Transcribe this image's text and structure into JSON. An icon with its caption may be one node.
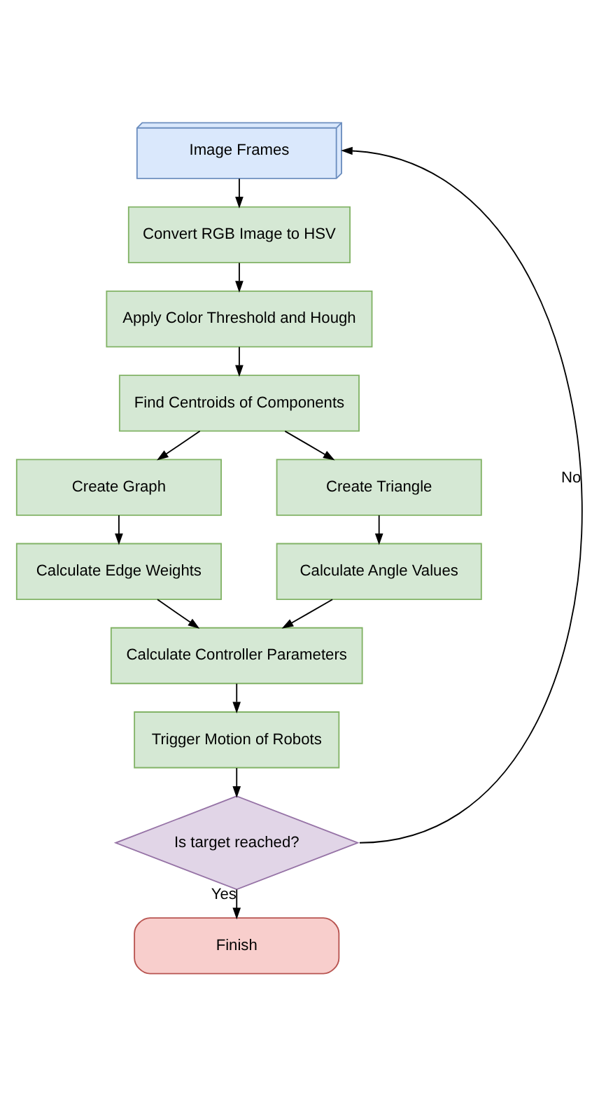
{
  "diagram": {
    "nodes": [
      {
        "text": [
          "Image Frames"
        ]
      },
      {
        "text": [
          "Convert RGB Image to HSV"
        ]
      },
      {
        "text": [
          "Apply Color Threshold and Hough"
        ]
      },
      {
        "text": [
          "Find Centroids of Components"
        ]
      },
      {
        "text": [
          "Create Graph"
        ]
      },
      {
        "text": [
          "Create Triangle"
        ]
      },
      {
        "text": [
          "Calculate Edge Weights"
        ]
      },
      {
        "text": [
          "Calculate Angle Values"
        ]
      },
      {
        "text": [
          "Calculate Controller Parameters"
        ]
      },
      {
        "text": [
          "Trigger Motion of Robots"
        ]
      },
      {
        "text": [
          "Is target reached?"
        ]
      },
      {
        "text": [
          "Finish"
        ]
      }
    ],
    "edges": [
      {
        "from": 0,
        "to": 1,
        "arrow": "to"
      },
      {
        "from": 1,
        "to": 2,
        "arrow": "to"
      },
      {
        "from": 2,
        "to": 3,
        "arrow": "to"
      },
      {
        "from": 3,
        "to": 4,
        "arrow": "to"
      },
      {
        "from": 3,
        "to": 5,
        "arrow": "to"
      },
      {
        "from": 4,
        "to": 6,
        "arrow": "to"
      },
      {
        "from": 5,
        "to": 7,
        "arrow": "to"
      },
      {
        "from": 6,
        "to": 8,
        "arrow": "to"
      },
      {
        "from": 7,
        "to": 8,
        "arrow": "to"
      },
      {
        "from": 8,
        "to": 9,
        "arrow": "to"
      },
      {
        "from": 9,
        "to": 10,
        "arrow": "to"
      },
      {
        "from": 10,
        "to": 11,
        "label": "Yes",
        "arrow": "to"
      },
      {
        "from": 10,
        "to": 0,
        "label": "No",
        "arrow": "to"
      }
    ]
  }
}
